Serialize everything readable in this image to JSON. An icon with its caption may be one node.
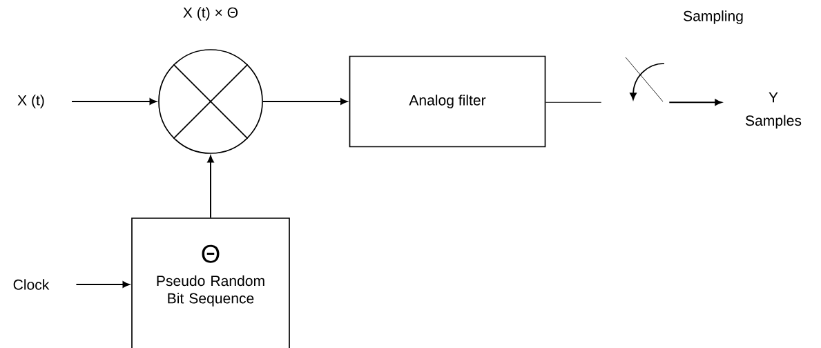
{
  "diagram": {
    "nodes": [
      {
        "text": [
          "X (t)"
        ]
      },
      {
        "text": [],
        "shape": "circle",
        "beside": [
          "X (t) × Θ"
        ]
      },
      {
        "text": [
          "Analog filter"
        ]
      },
      {
        "text": [
          "Θ",
          "Pseudo Random Bit Sequence"
        ]
      },
      {
        "text": [
          "Clock"
        ]
      },
      {
        "text": [],
        "shape": "picture",
        "beside": [
          "Sampling"
        ]
      },
      {
        "text": [
          "Y",
          "Samples"
        ]
      }
    ],
    "edges": [
      {
        "from": 0,
        "to": 1,
        "arrow": "to"
      },
      {
        "from": 1,
        "to": 2,
        "arrow": "to"
      },
      {
        "from": 3,
        "to": 1,
        "arrow": "to"
      },
      {
        "from": 4,
        "to": 3,
        "arrow": "to"
      },
      {
        "from": 2,
        "to": 5,
        "arrow": "none"
      },
      {
        "from": 5,
        "to": 6,
        "arrow": "to"
      }
    ]
  }
}
